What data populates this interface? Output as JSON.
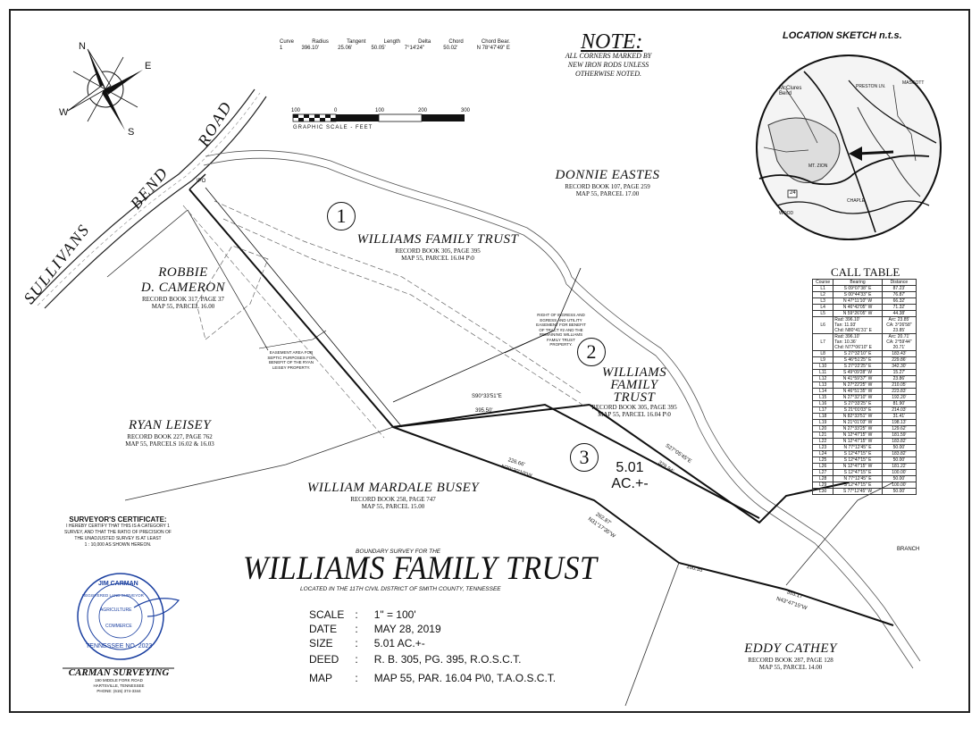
{
  "curve_table": {
    "headers": [
      "Curve",
      "Radius",
      "Tangent",
      "Length",
      "Delta",
      "Chord",
      "Chord Bear."
    ],
    "row": [
      "1",
      "396.10'",
      "25.06'",
      "50.05'",
      "7°14'24\"",
      "50.02'",
      "N 78°47'49\" E"
    ]
  },
  "compass": {
    "n": "N",
    "e": "E",
    "s": "S",
    "w": "W"
  },
  "scale_bar": {
    "ticks": [
      "100",
      "0",
      "100",
      "200",
      "300"
    ],
    "caption": "GRAPHIC SCALE - FEET"
  },
  "note": {
    "title": "NOTE:",
    "lines": [
      "ALL CORNERS MARKED BY",
      "NEW IRON RODS UNLESS",
      "OTHERWISE NOTED."
    ]
  },
  "location_sketch": {
    "title": "LOCATION SKETCH  n.t.s.",
    "labels": [
      "McClures Bend",
      "PRESTON LN.",
      "MASCOTT",
      "MT. ZION",
      "24",
      "WOOD",
      "CHAPLE"
    ]
  },
  "road": {
    "word1": "SULLIVANS",
    "word2": "BEND",
    "word3": "ROAD"
  },
  "owners": {
    "donnie": {
      "name": "DONNIE EASTES",
      "l1": "RECORD BOOK 107, PAGE 259",
      "l2": "MAP 55, PARCEL 17.00"
    },
    "wft1": {
      "name": "WILLIAMS FAMILY TRUST",
      "l1": "RECORD BOOK 305, PAGE 395",
      "l2": "MAP 55, PARCEL 16.04 P\\0"
    },
    "robbie": {
      "name1": "ROBBIE",
      "name2": "D. CAMERON",
      "l1": "RECORD BOOK 317, PAGE 37",
      "l2": "MAP 55, PARCEL 16.00"
    },
    "wft2": {
      "name1": "WILLIAMS",
      "name2": "FAMILY",
      "name3": "TRUST",
      "l1": "RECORD BOOK 305, PAGE 395",
      "l2": "MAP 55, PARCEL 16.04 P\\0"
    },
    "ryan": {
      "name": "RYAN LEISEY",
      "l1": "RECORD BOOK 227, PAGE 762",
      "l2": "MAP 55, PARCELS 16.02 & 16.03"
    },
    "busey": {
      "name": "WILLIAM MARDALE BUSEY",
      "l1": "RECORD BOOK 258, PAGE 747",
      "l2": "MAP 55, PARCEL 15.00"
    },
    "eddy": {
      "name": "EDDY CATHEY",
      "l1": "RECORD BOOK 287, PAGE 128",
      "l2": "MAP 55, PARCEL 14.00"
    }
  },
  "tract_numbers": {
    "t1": "1",
    "t2": "2",
    "t3": "3"
  },
  "tract3_area": {
    "l1": "5.01",
    "l2": "AC.+-"
  },
  "annotations": {
    "row_easement": [
      "RIGHT OF INGRESS AND",
      "EGRESS AND UTILITY",
      "EASEMENT FOR BENEFIT",
      "OF TRACT #2 AND THE",
      "REMAINING WILLIAMS",
      "FAMILY TRUST",
      "PROPERTY."
    ],
    "septic_easement": [
      "EASEMENT AREA FOR",
      "SEPTIC PURPOSES FOR",
      "BENEFIT OF THE RYAN",
      "LEISEY PROPERTY."
    ],
    "bearing1": "S90°33'51\"E",
    "dist1": "395.50'",
    "bearing2": "S27°05'45\"E",
    "dist2": "329.94'",
    "dist3": "226.66'",
    "bearing3": "N30°30'10\"W",
    "dist4": "262.87'",
    "bearing4": "N31°17'35\"W",
    "dist5": "100.35'",
    "dist6": "353.17'",
    "bearing6": "N43°47'15\"W",
    "ipo": "IPO",
    "branch": "BRANCH"
  },
  "surveyor": {
    "title": "SURVEYOR'S CERTIFICATE:",
    "lines": [
      "I HEREBY CERTIFY THAT THIS IS A CATEGORY 1",
      "SURVEY, AND THAT THE RATIO OF PRECISION OF",
      "THE UNADJUSTED SURVEY IS AT LEAST",
      "1 : 10,000 AS SHOWN HEREON."
    ],
    "seal_top": "JIM CARMAN",
    "seal_mid": "REGISTERED LAND SURVEYOR",
    "seal_bottom": "TENNESSEE NO. 2023",
    "seal_ag": "AGRICULTURE",
    "seal_com": "COMMERCE"
  },
  "company": {
    "name": "CARMAN SURVEYING",
    "l1": "190 MIDDLE FORK ROAD",
    "l2": "HARTSVILLE, TENNESSEE",
    "l3": "PHONE: (615) 374-3344"
  },
  "title_block": {
    "pre": "BOUNDARY SURVEY FOR THE",
    "title": "WILLIAMS FAMILY TRUST",
    "sub": "LOCATED IN THE 11TH CIVIL DISTRICT OF SMITH COUNTY, TENNESSEE",
    "rows": [
      {
        "label": "SCALE",
        "value": "1\" = 100'"
      },
      {
        "label": "DATE",
        "value": "MAY 28, 2019"
      },
      {
        "label": "SIZE",
        "value": "5.01 AC.+-"
      },
      {
        "label": "DEED",
        "value": "R. B. 305, PG. 395, R.O.S.C.T."
      },
      {
        "label": "MAP",
        "value": "MAP 55, PAR. 16.04 P\\0, T.A.O.S.C.T."
      }
    ]
  },
  "call_table": {
    "title": "CALL TABLE",
    "headers": [
      "Course",
      "Bearing",
      "Distance"
    ],
    "rows": [
      [
        "L1",
        "S 09°07'38\" E",
        "87.23'"
      ],
      [
        "L2",
        "S 00°44'33\" E",
        "76.87'"
      ],
      [
        "L3",
        "N 47°11'10\" W",
        "66.32'"
      ],
      [
        "L4",
        "N 46°42'05\" W",
        "71.32'"
      ],
      [
        "L5",
        "N 59°26'05\" W",
        "44.38'"
      ],
      [
        "L8",
        "S 27°32'10\" E",
        "183.43'"
      ],
      [
        "L9",
        "S 46°51'25\" E",
        "229.86'"
      ],
      [
        "L10",
        "S 27°22'25\" E",
        "342.30'"
      ],
      [
        "L11",
        "S 49°09'28\" W",
        "15.27'"
      ],
      [
        "L12",
        "N 41°59'37\" W",
        "23.86'"
      ],
      [
        "L13",
        "N 27°22'25\" W",
        "210.05'"
      ],
      [
        "L14",
        "N 46°51'35\" W",
        "223.83'"
      ],
      [
        "L15",
        "N 27°32'10\" W",
        "192.20'"
      ],
      [
        "L16",
        "S 27°33'25\" E",
        "81.90'"
      ],
      [
        "L17",
        "S 21°01'03\" E",
        "214.03'"
      ],
      [
        "L18",
        "N 82°33'51\" W",
        "31.41'"
      ],
      [
        "L19",
        "N 21°01'03\" W",
        "198.13'"
      ],
      [
        "L20",
        "N 27°33'25\" W",
        "129.62'"
      ],
      [
        "L21",
        "N 12°47'15\" W",
        "181.59'"
      ],
      [
        "L22",
        "N 12°47'15\" W",
        "183.82'"
      ],
      [
        "L23",
        "N 77°12'45\" E",
        "50.00'"
      ],
      [
        "L24",
        "S 12°47'15\" E",
        "183.82'"
      ],
      [
        "L25",
        "S 12°47'15\" E",
        "50.00'"
      ],
      [
        "L26",
        "N 12°47'15\" W",
        "181.22'"
      ],
      [
        "L27",
        "S 12°47'15\" E",
        "100.00'"
      ],
      [
        "L28",
        "N 77°12'45\" E",
        "50.00'"
      ],
      [
        "L29",
        "S 12°47'15\" E",
        "100.00'"
      ],
      [
        "L30",
        "S 77°12'45\" W",
        "50.00'"
      ]
    ],
    "curve6": {
      "l1": "Rad: 396.10'",
      "l2": "Tan: 11.93'",
      "l3": "Chd: N80°41'31\" E",
      "a1": "Arc: 23.85'",
      "a2": "CA: 3°26'58\"",
      "a3": "23.85'",
      "label": "L6"
    },
    "curve7": {
      "l1": "Rad: 396.10'",
      "l2": "Tan: 10.36'",
      "l3": "Chd: N77°06'10\" E",
      "a1": "Arc: 20.71'",
      "a2": "CA: 2°59'44\"",
      "a3": "20.71'",
      "label": "L7"
    }
  }
}
